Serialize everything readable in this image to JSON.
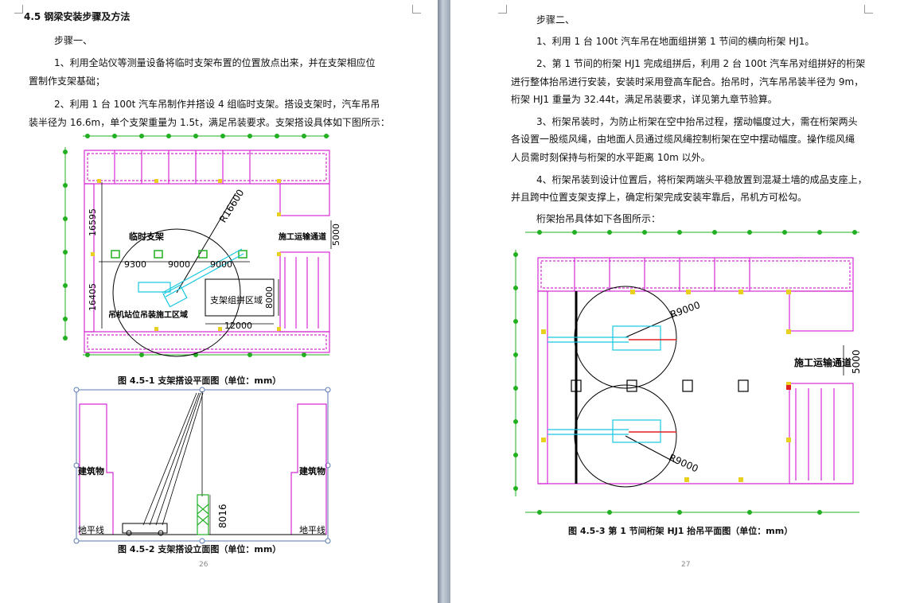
{
  "left": {
    "heading": "4.5 钢梁安装步骤及方法",
    "step1": "步骤一、",
    "p1_line1": "1、利用全站仪等测量设备将临时支架布置的位置放点出来，并在支架相应位",
    "p1_line2": "置制作支架基础；",
    "p2_line1": "2、利用 1 台 100t 汽车吊制作并搭设 4 组临时支架。搭设支架时，汽车吊吊",
    "p2_line2": "装半径为 16.6m，单个支架重量为 1.5t，满足吊装要求。支架搭设具体如下图所示：",
    "fig1": {
      "label_support": "临时支架",
      "label_radius": "R16600",
      "label_road": "施工运输通道",
      "label_5000": "5000",
      "label_16595": "16595",
      "label_16405": "16405",
      "label_9300": "9300",
      "label_9000a": "9000",
      "label_9000b": "9000",
      "label_zone": "支架组拼区域",
      "label_8000": "8000",
      "label_12000": "12000",
      "label_crane_zone": "吊机站位吊装施工区域",
      "caption": "图 4.5-1  支架搭设平面图（单位：mm）"
    },
    "fig2": {
      "label_building_l": "建筑物",
      "label_building_r": "建筑物",
      "label_ground_l": "地平线",
      "label_ground_r": "地平线",
      "label_8016": "8016",
      "caption": "图 4.5-2  支架搭设立面图（单位：mm）"
    },
    "page_number": "26"
  },
  "right": {
    "step2": "步骤二、",
    "p1": "1、利用 1 台 100t 汽车吊在地面组拼第 1 节间的横向桁架 HJ1。",
    "p2_line1": "2、第 1 节间的桁架 HJ1 完成组拼后，利用 2 台 100t 汽车吊对组拼好的桁架",
    "p2_line2": "进行整体抬吊进行安装，安装时采用登高车配合。抬吊时，汽车吊吊装半径为 9m，",
    "p2_line3": "桁架 HJ1 重量为 32.44t，满足吊装要求，详见第九章节验算。",
    "p3_line1": "3、桁架吊装时，为防止桁架在空中抬吊过程，摆动幅度过大，需在桁架两头",
    "p3_line2": "各设置一股缆风绳，由地面人员通过缆风绳控制桁架在空中摆动幅度。操作缆风绳",
    "p3_line3": "人员需时刻保持与桁架的水平距离 10m 以外。",
    "p4_line1": "4、桁架吊装到设计位置后，将桁架两端头平稳放置到混凝土墙的成品支座上，",
    "p4_line2": "并且跨中位置支架支撑上，确定桁架完成安装牢靠后，吊机方可松勾。",
    "p5": "桁架抬吊具体如下各图所示：",
    "fig3": {
      "label_r1": "R9000",
      "label_r2": "R9000",
      "label_road": "施工运输通道",
      "label_5000": "5000",
      "caption": "图 4.5-3  第 1 节间桁架 HJ1 抬吊平面图（单位：mm）"
    },
    "page_number": "27"
  },
  "colors": {
    "magenta": "#d42ad4",
    "green": "#22b022",
    "cyan": "#18c8e0",
    "yellow": "#e8d020",
    "red": "#e02020"
  }
}
